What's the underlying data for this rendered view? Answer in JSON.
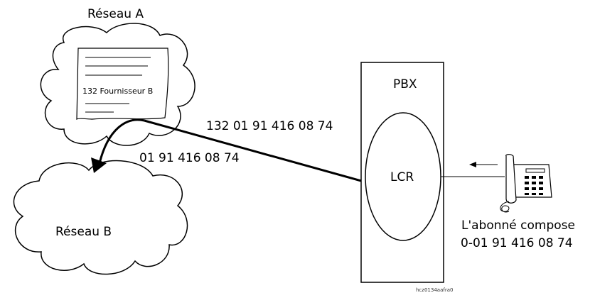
{
  "diagram": {
    "network_a": {
      "label": "Réseau A",
      "table_entry": "132 Fournisseur B"
    },
    "network_b": {
      "label": "Réseau B"
    },
    "pbx": {
      "label": "PBX",
      "module_label": "LCR"
    },
    "route": {
      "number_with_prefix": "132 01 91 416 08 74",
      "number_without_prefix": "01 91 416 08 74"
    },
    "subscriber": {
      "line1": "L'abonné compose",
      "line2": "0-01 91 416 08 74"
    },
    "figure_id": "hcz0134aafra0",
    "icons": [
      "cloud-icon",
      "document-icon",
      "telephone-icon",
      "arrow-icon"
    ]
  }
}
